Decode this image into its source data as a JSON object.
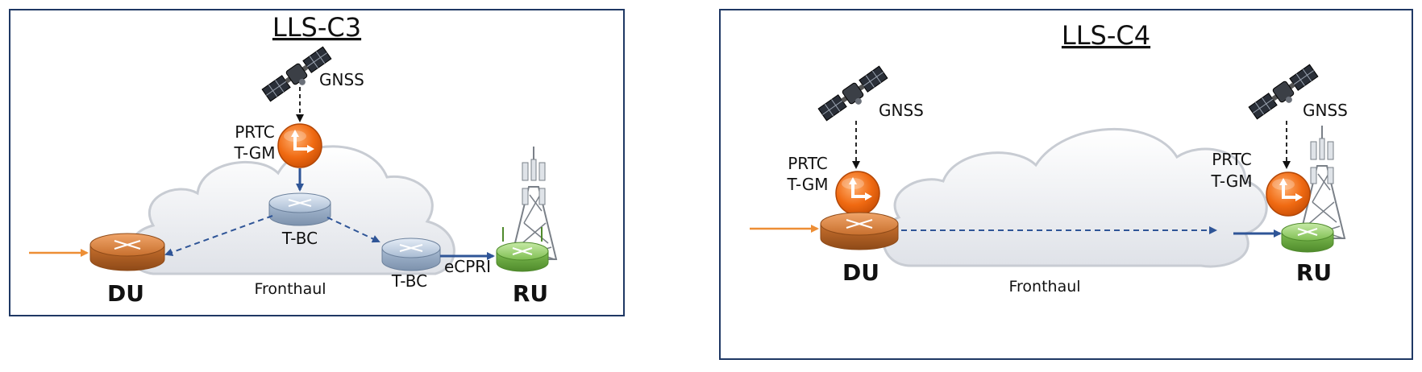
{
  "panels": [
    {
      "title": "LLS-C3",
      "gnss": "GNSS",
      "prtc_line1": "PRTC",
      "prtc_line2": "T-GM",
      "tbc1": "T-BC",
      "tbc2": "T-BC",
      "ecpri": "eCPRI",
      "du": "DU",
      "ru": "RU",
      "fronthaul": "Fronthaul"
    },
    {
      "title": "LLS-C4",
      "gnss_du": "GNSS",
      "gnss_ru": "GNSS",
      "prtc_du_line1": "PRTC",
      "prtc_du_line2": "T-GM",
      "prtc_ru_line1": "PRTC",
      "prtc_ru_line2": "T-GM",
      "du": "DU",
      "ru": "RU",
      "fronthaul": "Fronthaul"
    }
  ],
  "colors": {
    "frame": "#1f3864",
    "cloud_fill": "#eceef2",
    "cloud_stroke": "#c8ccd3",
    "du_router": "#c8702e",
    "tbc_router": "#a9bcd3",
    "ru_router": "#86c25a",
    "prtc_clock": "#ef6a1a",
    "link_blue": "#2f5597",
    "input_orange": "#ed8e35",
    "gnss_arrow": "#111111"
  },
  "icons": {
    "satellite": "satellite-icon",
    "clock": "clock-icon",
    "router": "router-icon",
    "tower": "cell-tower-icon"
  }
}
